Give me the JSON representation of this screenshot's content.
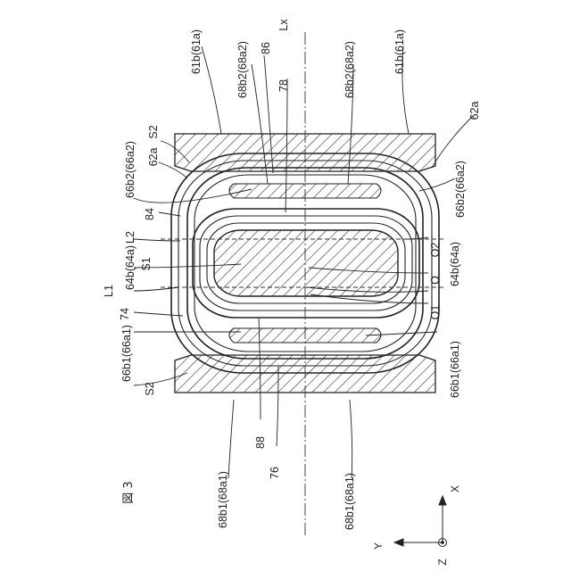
{
  "figure": {
    "title": "図 3"
  },
  "axes": {
    "x": "X",
    "y": "Y",
    "z": "Z"
  },
  "labels": {
    "lx": "Lx",
    "l1": "L1",
    "l2": "L2",
    "s1": "S1",
    "s2_top": "S2",
    "s2_bottom": "S2",
    "o": "O",
    "o1": "O1",
    "o2": "O2",
    "n61b_left": "61b(61a)",
    "n61b_right": "61b(61a)",
    "n68b2_left": "68b2(68a2)",
    "n68b2_right": "68b2(68a2)",
    "n86": "86",
    "n78": "78",
    "n62a_left": "62a",
    "n62a_right": "62a",
    "n66b2_left": "66b2(66a2)",
    "n66b2_right": "66b2(66a2)",
    "n84": "84",
    "n64b_left": "64b(64a)",
    "n64b_right": "64b(64a)",
    "n74": "74",
    "n66b1_left": "66b1(66a1)",
    "n66b1_right": "66b1(66a1)",
    "n68b1_left": "68b1(68a1)",
    "n68b1_right": "68b1(68a1)",
    "n88": "88",
    "n76": "76"
  }
}
